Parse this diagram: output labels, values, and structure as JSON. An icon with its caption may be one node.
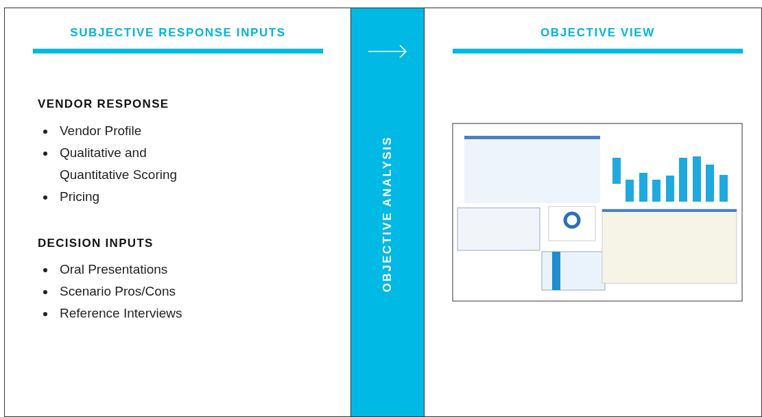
{
  "diagram": {
    "nodes": [
      {
        "text": [
          "SUBJECTIVE RESPONSE INPUTS",
          "VENDOR RESPONSE",
          "Vendor Profile",
          "Qualitative and Quantitative Scoring",
          "Pricing",
          "DECISION INPUTS",
          "Oral Presentations",
          "Scenario Pros/Cons",
          "Reference Interviews"
        ]
      },
      {
        "text": [
          "OBJECTIVE ANALYSIS"
        ]
      },
      {
        "text": [
          "OBJECTIVE VIEW"
        ]
      }
    ],
    "edges": []
  }
}
